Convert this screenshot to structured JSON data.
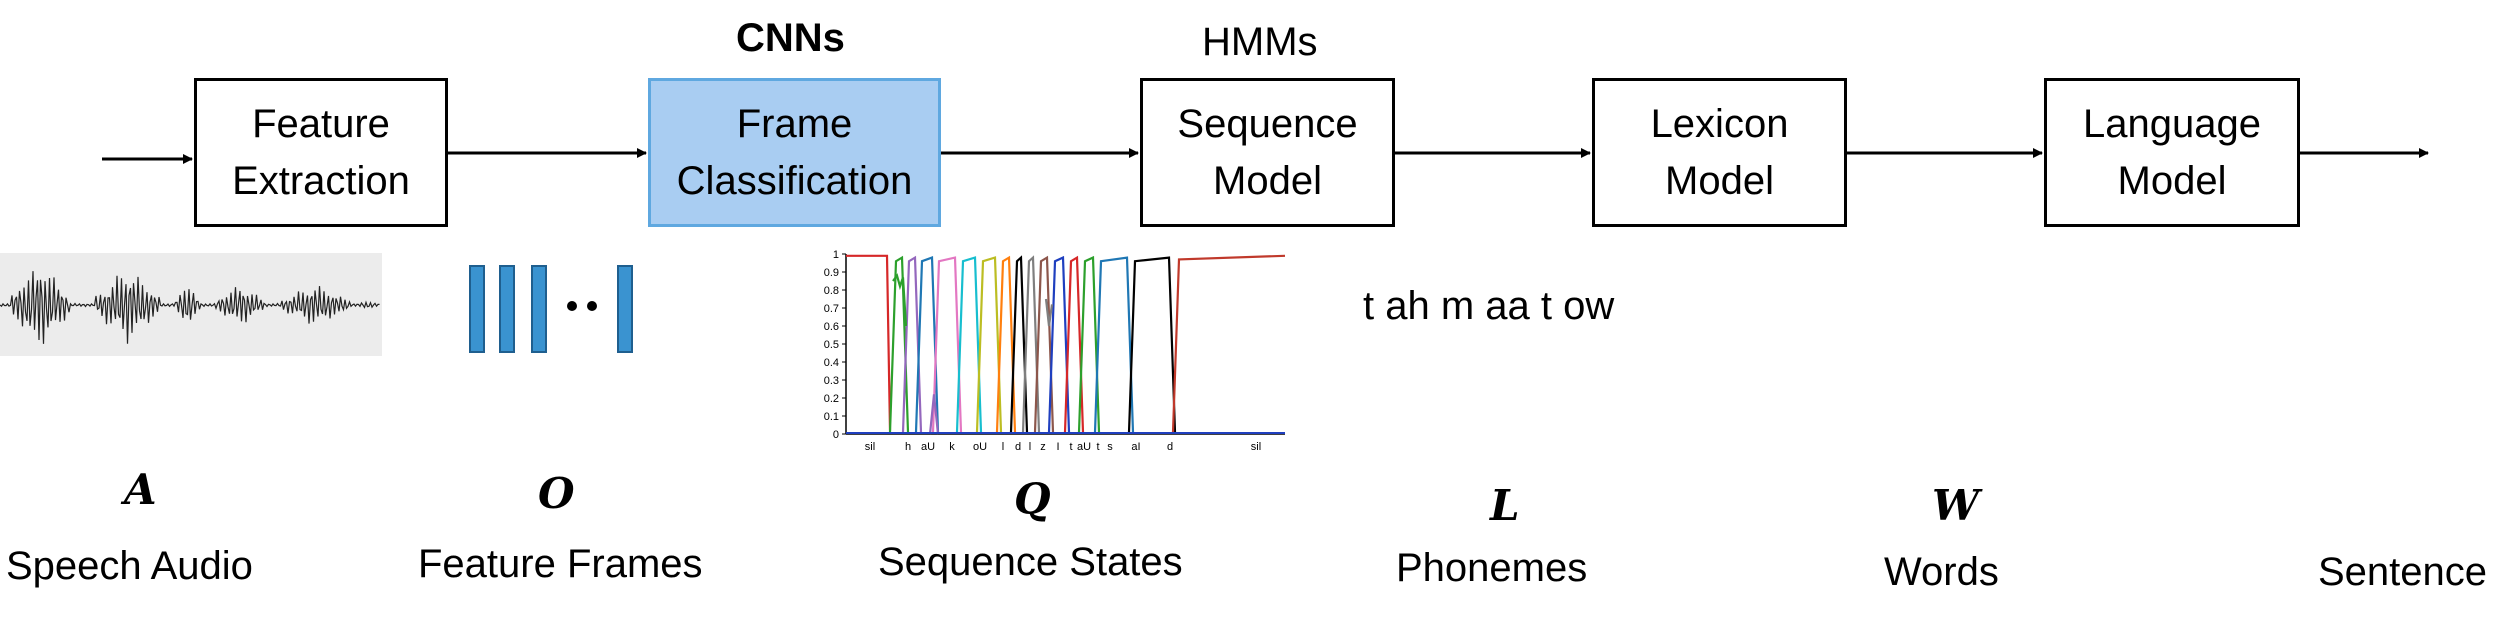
{
  "pipeline": {
    "stages": [
      "Feature\nExtraction",
      "Frame\nClassification",
      "Sequence\nModel",
      "Lexicon\nModel",
      "Language\nModel"
    ],
    "annotations": {
      "frame": "CNNs",
      "sequence": "HMMs"
    }
  },
  "representations": [
    {
      "symbol": "A",
      "label": "Speech Audio"
    },
    {
      "symbol": "O",
      "label": "Feature Frames"
    },
    {
      "symbol": "Q",
      "label": "Sequence States"
    },
    {
      "symbol": "L",
      "label": "Phonemes"
    },
    {
      "symbol": "W",
      "label": "Words"
    },
    {
      "symbol": "",
      "label": "Sentence"
    }
  ],
  "phoneme_text": "t ah m aa t ow",
  "state_plot": {
    "yticks": [
      "1",
      "0.9",
      "0.8",
      "0.7",
      "0.6",
      "0.5",
      "0.4",
      "0.3",
      "0.2",
      "0.1",
      "0"
    ],
    "xticks": [
      "sil",
      "h",
      "aU",
      "k",
      "oU",
      "l",
      "d",
      "l",
      "z",
      "I",
      "t",
      "aU",
      "t",
      "s",
      "aI",
      "d",
      "sil"
    ]
  },
  "colors": {
    "highlight_fill": "#a9cdf2",
    "highlight_border": "#5fa8e0",
    "frame_bar": "#3a93d0",
    "frame_bar_border": "#1f5f8f"
  }
}
